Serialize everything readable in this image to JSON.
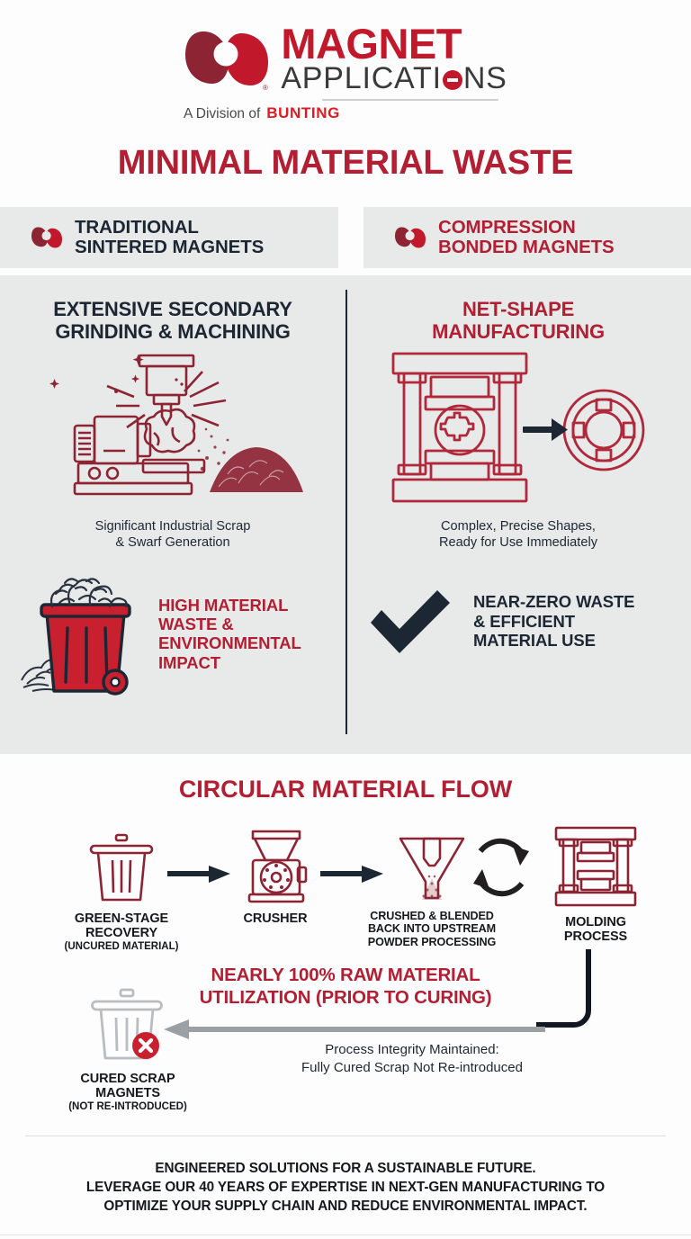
{
  "brand": {
    "logo_mark": "magnet-applications-swirl",
    "name_top": "MAGNET",
    "name_bottom_a": "APPLICATI",
    "name_bottom_b": "NS",
    "division_prefix": "A Division of",
    "division_brand": "BUNTING",
    "colors": {
      "primary_red": "#B21E32",
      "logo_red": "#C2182B",
      "logo_dark_maroon": "#8C2433",
      "bunting_red": "#E01B22",
      "dark_navy": "#1d2733",
      "panel_gray": "#e8eaea",
      "page_bg": "#fdfdfd"
    }
  },
  "main_title": "MINIMAL MATERIAL WASTE",
  "comparison": {
    "left": {
      "band_line1": "TRADITIONAL",
      "band_line2": "SINTERED MAGNETS",
      "heading_line1": "EXTENSIVE SECONDARY",
      "heading_line2": "GRINDING & MACHINING",
      "art": "cnc-machine-grinding-swarf-pile-icon",
      "caption_line1": "Significant Industrial Scrap",
      "caption_line2": "& Swarf Generation",
      "outcome_icon": "overflowing-red-waste-bin-icon",
      "outcome_line1": "HIGH MATERIAL",
      "outcome_line2": "WASTE &",
      "outcome_line3": "ENVIRONMENTAL",
      "outcome_line4": "IMPACT"
    },
    "right": {
      "band_line1": "COMPRESSION",
      "band_line2": "BONDED MAGNETS",
      "heading_line1": "NET-SHAPE",
      "heading_line2": "MANUFACTURING",
      "art": "compression-press-to-finished-ring-icon",
      "caption_line1": "Complex, Precise Shapes,",
      "caption_line2": "Ready for Use Immediately",
      "outcome_icon": "checkmark-icon",
      "outcome_line1": "NEAR-ZERO WASTE",
      "outcome_line2": "& EFFICIENT",
      "outcome_line3": "MATERIAL USE"
    }
  },
  "flow": {
    "title": "CIRCULAR MATERIAL FLOW",
    "stages": [
      {
        "icon": "trash-bin-icon",
        "label_line1": "GREEN-STAGE",
        "label_line2": "RECOVERY",
        "sub": "(UNCURED MATERIAL)"
      },
      {
        "icon": "crusher-machine-icon",
        "label_line1": "CRUSHER",
        "label_line2": "",
        "sub": ""
      },
      {
        "icon": "funnel-blender-icon",
        "desc_line1": "CRUSHED & BLENDED",
        "desc_line2": "BACK INTO UPSTREAM",
        "desc_line3": "POWDER PROCESSING"
      },
      {
        "icon": "molding-press-icon",
        "label_line1": "MOLDING",
        "label_line2": "PROCESS",
        "sub": ""
      }
    ],
    "arrows": [
      "arrow-right-icon",
      "arrow-right-icon",
      "recycle-loop-icon"
    ],
    "utilization_line1": "NEARLY 100% RAW MATERIAL",
    "utilization_line2": "UTILIZATION (PRIOR TO CURING)",
    "rejected": {
      "icon": "grayed-trash-bin-with-x-icon",
      "label_line1": "CURED SCRAP",
      "label_line2": "MAGNETS",
      "sub": "(NOT RE-INTRODUCED)"
    },
    "integrity_line1": "Process Integrity Maintained:",
    "integrity_line2": "Fully Cured Scrap Not Re-introduced",
    "return_arrow": "gray-arrow-left-icon",
    "loop_connector": "dark-elbow-connector"
  },
  "footer": {
    "line1": "ENGINEERED SOLUTIONS FOR A SUSTAINABLE FUTURE.",
    "line2": "LEVERAGE OUR 40 YEARS OF EXPERTISE IN NEXT-GEN MANUFACTURING TO",
    "line3": "OPTIMIZE YOUR SUPPLY CHAIN AND REDUCE ENVIRONMENTAL IMPACT."
  }
}
